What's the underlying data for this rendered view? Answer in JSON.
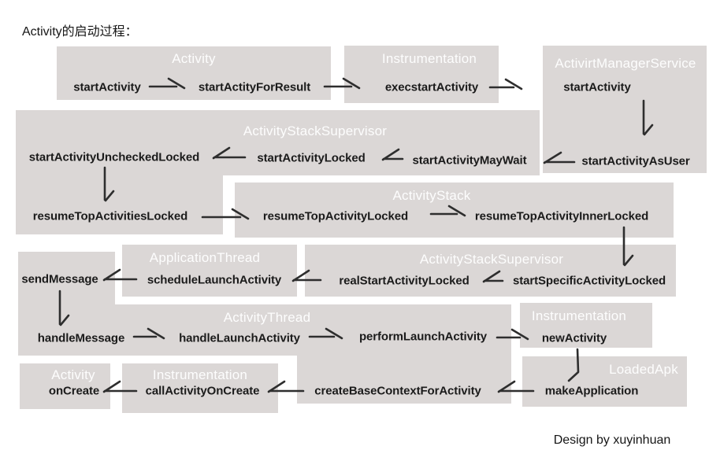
{
  "page": {
    "title": "Activity的启动过程：",
    "credit": "Design by xuyinhuan"
  },
  "colors": {
    "box_bg": "#dbd7d6",
    "title_text": "#fdfdfd",
    "method_text": "#1b1b1b",
    "arrow": "#2e2e2e",
    "page_bg": "#ffffff"
  },
  "diagram": {
    "boxes": [
      {
        "id": "activity-top",
        "title": "Activity",
        "methods": [
          "startActivity",
          "startActityForResult"
        ]
      },
      {
        "id": "instrumentation-top",
        "title": "Instrumentation",
        "methods": [
          "execstartActivity"
        ]
      },
      {
        "id": "activity-manager-service",
        "title": "ActivirtManagerService",
        "methods": [
          "startActivity",
          "startActivityAsUser"
        ]
      },
      {
        "id": "activity-stack-supervisor-1",
        "title": "ActivityStackSupervisor",
        "methods": [
          "startActivityUncheckedLocked",
          "startActivityLocked",
          "startActivityMayWait",
          "resumeTopActivitiesLocked"
        ]
      },
      {
        "id": "activity-stack",
        "title": "ActivityStack",
        "methods": [
          "resumeTopActivityLocked",
          "resumeTopActivityInnerLocked"
        ]
      },
      {
        "id": "application-thread",
        "title": "ApplicationThread",
        "methods": [
          "scheduleLaunchActivity"
        ]
      },
      {
        "id": "activity-stack-supervisor-2",
        "title": "ActivityStackSupervisor",
        "methods": [
          "realStartActivityLocked",
          "startSpecificActivityLocked"
        ]
      },
      {
        "id": "handler-column",
        "title": "",
        "methods": [
          "sendMessage"
        ]
      },
      {
        "id": "activity-thread",
        "title": "ActivityThread",
        "methods": [
          "handleMessage",
          "handleLaunchActivity",
          "performLaunchActivity",
          "createBaseContextForActivity"
        ]
      },
      {
        "id": "instrumentation-mid",
        "title": "Instrumentation",
        "methods": [
          "newActivity"
        ]
      },
      {
        "id": "loaded-apk",
        "title": "LoadedApk",
        "methods": [
          "makeApplication"
        ]
      },
      {
        "id": "activity-bottom",
        "title": "Activity",
        "methods": [
          "onCreate"
        ]
      },
      {
        "id": "instrumentation-bottom",
        "title": "Instrumentation",
        "methods": [
          "callActivityOnCreate"
        ]
      }
    ],
    "flow": [
      {
        "from": "startActivity",
        "to": "startActityForResult"
      },
      {
        "from": "startActityForResult",
        "to": "execstartActivity"
      },
      {
        "from": "execstartActivity",
        "to": "startActivity(ActivirtManagerService)"
      },
      {
        "from": "startActivity(ActivirtManagerService)",
        "to": "startActivityAsUser"
      },
      {
        "from": "startActivityAsUser",
        "to": "startActivityMayWait"
      },
      {
        "from": "startActivityMayWait",
        "to": "startActivityLocked"
      },
      {
        "from": "startActivityLocked",
        "to": "startActivityUncheckedLocked"
      },
      {
        "from": "startActivityUncheckedLocked",
        "to": "resumeTopActivitiesLocked"
      },
      {
        "from": "resumeTopActivitiesLocked",
        "to": "resumeTopActivityLocked"
      },
      {
        "from": "resumeTopActivityLocked",
        "to": "resumeTopActivityInnerLocked"
      },
      {
        "from": "resumeTopActivityInnerLocked",
        "to": "startSpecificActivityLocked"
      },
      {
        "from": "startSpecificActivityLocked",
        "to": "realStartActivityLocked"
      },
      {
        "from": "realStartActivityLocked",
        "to": "scheduleLaunchActivity"
      },
      {
        "from": "scheduleLaunchActivity",
        "to": "sendMessage"
      },
      {
        "from": "sendMessage",
        "to": "handleMessage"
      },
      {
        "from": "handleMessage",
        "to": "handleLaunchActivity"
      },
      {
        "from": "handleLaunchActivity",
        "to": "performLaunchActivity"
      },
      {
        "from": "performLaunchActivity",
        "to": "newActivity"
      },
      {
        "from": "newActivity",
        "to": "makeApplication"
      },
      {
        "from": "makeApplication",
        "to": "createBaseContextForActivity"
      },
      {
        "from": "createBaseContextForActivity",
        "to": "callActivityOnCreate"
      },
      {
        "from": "callActivityOnCreate",
        "to": "onCreate"
      }
    ]
  }
}
